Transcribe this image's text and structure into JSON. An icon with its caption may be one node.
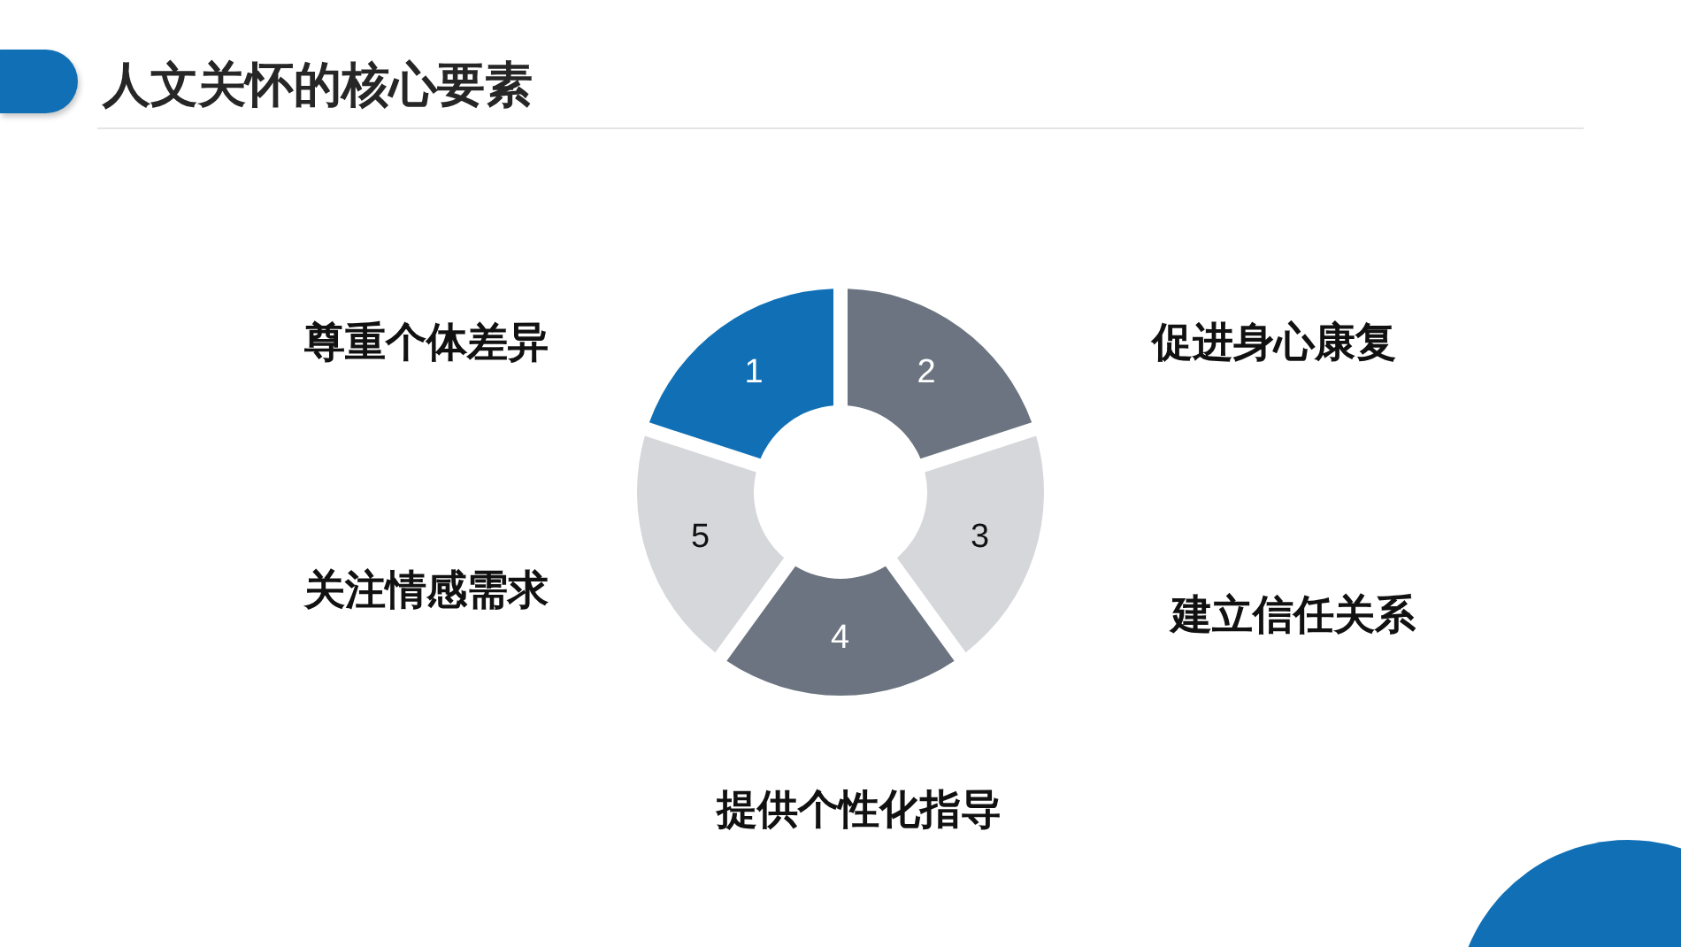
{
  "diagram": {
    "title": "人文关怀的核心要素",
    "nodes": [
      {
        "text": [
          "1"
        ],
        "beside": [
          "尊重个体差异"
        ]
      },
      {
        "text": [
          "2"
        ],
        "beside": [
          "促进身心康复"
        ]
      },
      {
        "text": [
          "3"
        ],
        "beside": [
          "建立信任关系"
        ]
      },
      {
        "text": [
          "4"
        ],
        "beside": [
          "提供个性化指导"
        ]
      },
      {
        "text": [
          "5"
        ],
        "beside": [
          "关注情感需求"
        ]
      }
    ]
  }
}
